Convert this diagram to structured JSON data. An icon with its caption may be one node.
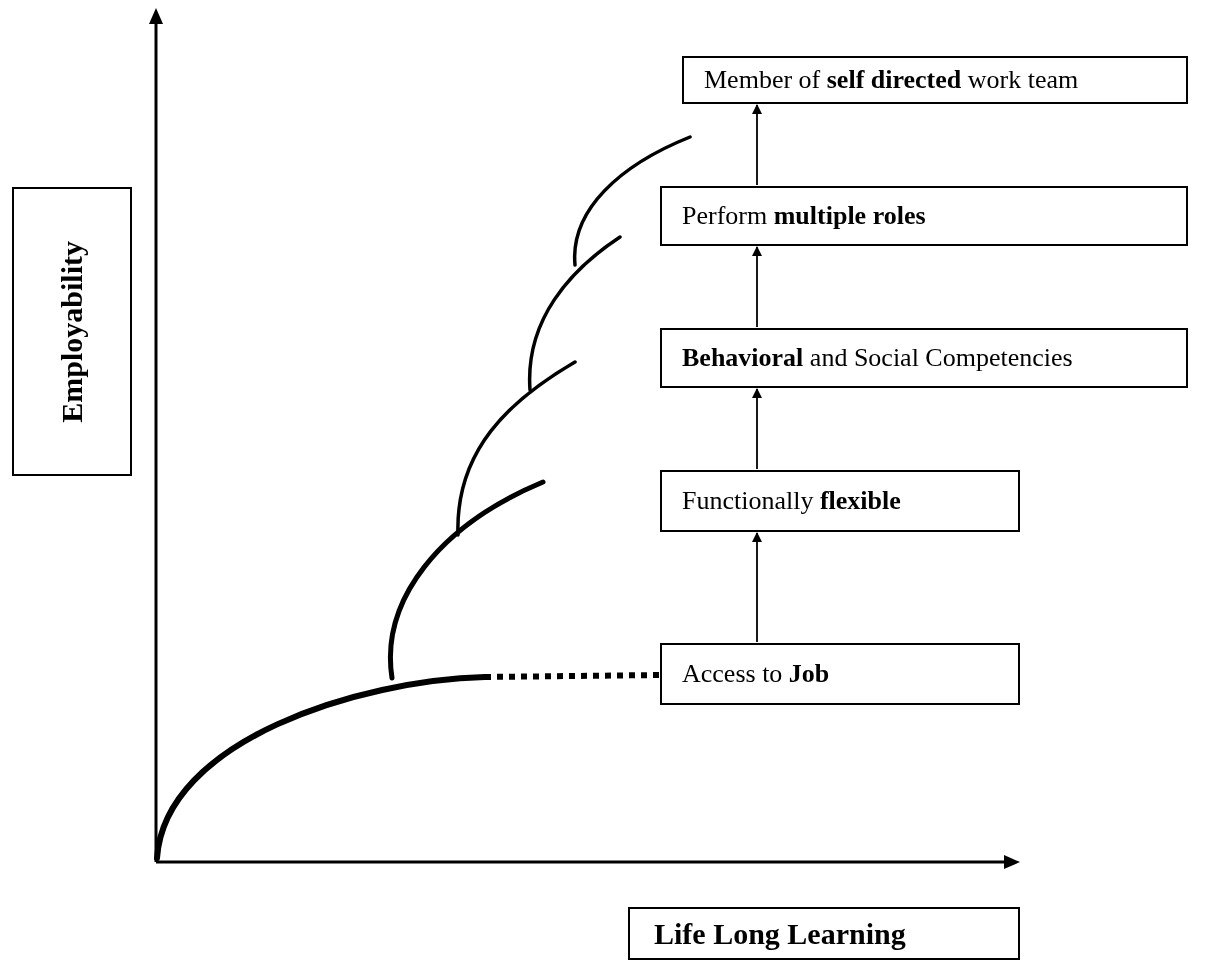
{
  "diagram": {
    "nodes": [
      {
        "text": [
          "Member of **self directed** work team"
        ]
      },
      {
        "text": [
          "Perform **multiple roles**"
        ]
      },
      {
        "text": [
          "**Behavioral** and Social Competencies"
        ]
      },
      {
        "text": [
          "Functionally **flexible**"
        ]
      },
      {
        "text": [
          "Access to **Job**"
        ]
      },
      {
        "text": [
          "Employability"
        ]
      },
      {
        "text": [
          "Life Long Learning"
        ]
      }
    ],
    "edges": [
      {
        "from": 4,
        "to": 3,
        "arrow": "to"
      },
      {
        "from": 3,
        "to": 2,
        "arrow": "to"
      },
      {
        "from": 2,
        "to": 1,
        "arrow": "to"
      },
      {
        "from": 1,
        "to": 0,
        "arrow": "to"
      },
      {
        "from": null,
        "to": 4,
        "arrow": "none",
        "style": "dashed"
      }
    ]
  }
}
